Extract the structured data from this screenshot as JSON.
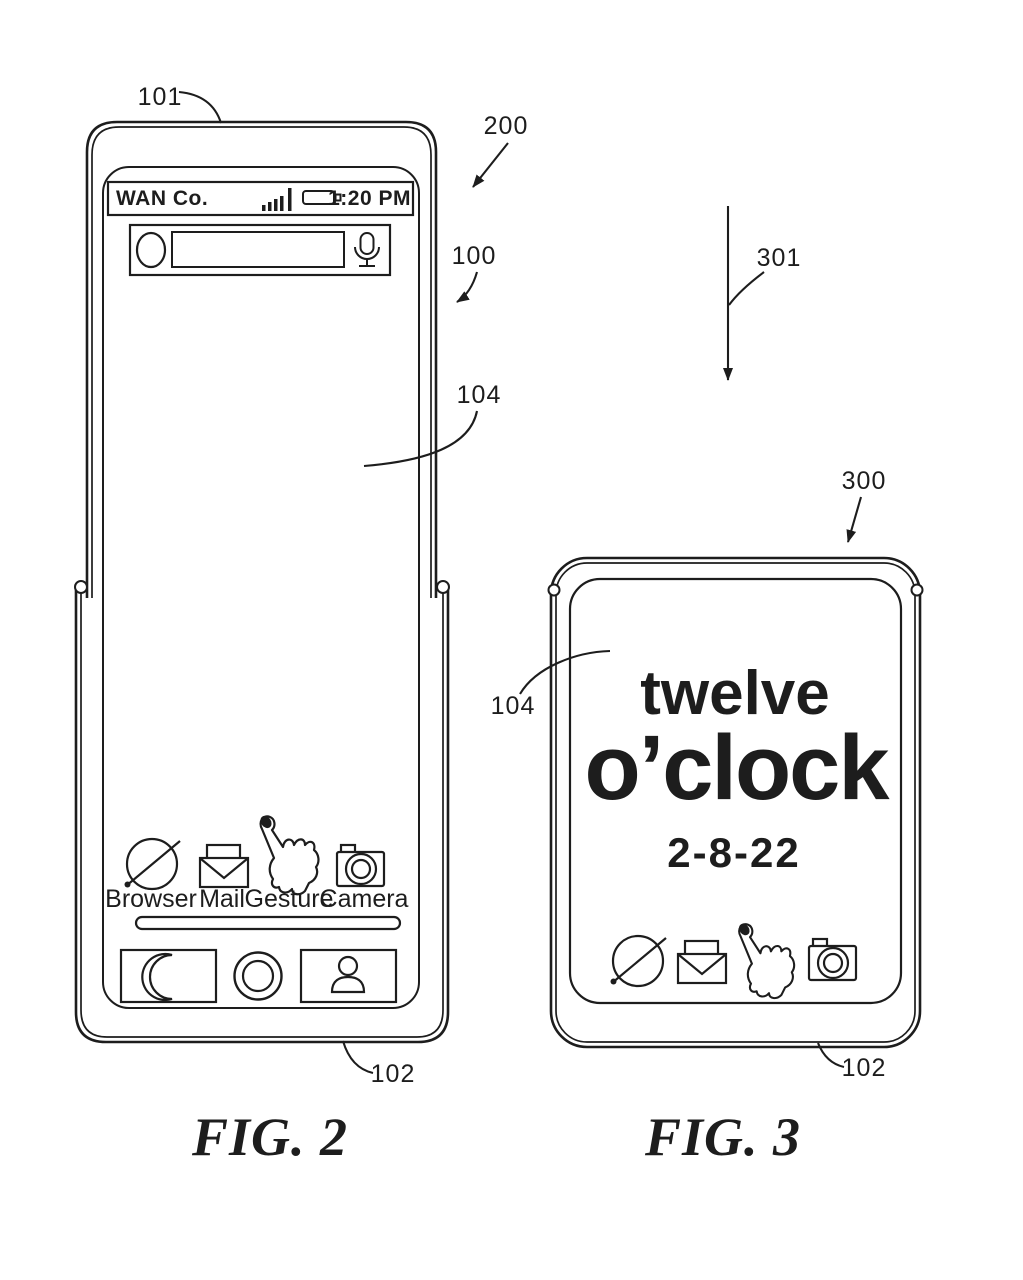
{
  "figure2": {
    "caption": "FIG. 2",
    "refs": {
      "panel": "101",
      "device_open": "200",
      "display": "100",
      "screen": "104",
      "housing": "102"
    },
    "status_bar": {
      "carrier": "WAN Co.",
      "time": "1:20 PM",
      "icons": [
        "signal-bars-icon",
        "battery-icon"
      ]
    },
    "search_bar": {
      "value": "",
      "icons": [
        "logo-circle-icon",
        "microphone-icon"
      ]
    },
    "apps": [
      {
        "name": "Browser",
        "icon": "globe-icon"
      },
      {
        "name": "Mail",
        "icon": "envelope-icon"
      },
      {
        "name": "Gesture",
        "icon": "pointing-hand-icon"
      },
      {
        "name": "Camera",
        "icon": "camera-icon"
      }
    ],
    "dock": [
      {
        "icon": "phone-handset-icon"
      },
      {
        "icon": "home-button-icon"
      },
      {
        "icon": "person-icon"
      }
    ]
  },
  "figure3": {
    "caption": "FIG. 3",
    "refs": {
      "fold_motion": "301",
      "device_folded": "300",
      "screen": "104",
      "housing": "102"
    },
    "clock": {
      "hour_word": "twelve",
      "oclock_word": "o’clock",
      "date": "2-8-22"
    },
    "apps": [
      {
        "icon": "globe-icon"
      },
      {
        "icon": "envelope-icon"
      },
      {
        "icon": "pointing-hand-icon"
      },
      {
        "icon": "camera-icon"
      }
    ]
  },
  "ink_color": "#1d1d1d"
}
